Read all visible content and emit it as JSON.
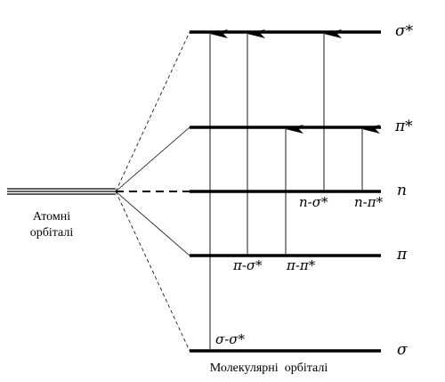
{
  "levels": {
    "sigma_star": "σ*",
    "pi_star": "π*",
    "n": "n",
    "pi": "π",
    "sigma": "σ"
  },
  "transitions": {
    "sigma_sigma_star": "σ-σ*",
    "pi_sigma_star": "π-σ*",
    "pi_pi_star": "π-π*",
    "n_sigma_star": "n-σ*",
    "n_pi_star": "n-π*"
  },
  "captions": {
    "atomic_line1": "Атомні",
    "atomic_line2": "орбіталі",
    "molecular": "Молекулярні  орбіталі"
  }
}
